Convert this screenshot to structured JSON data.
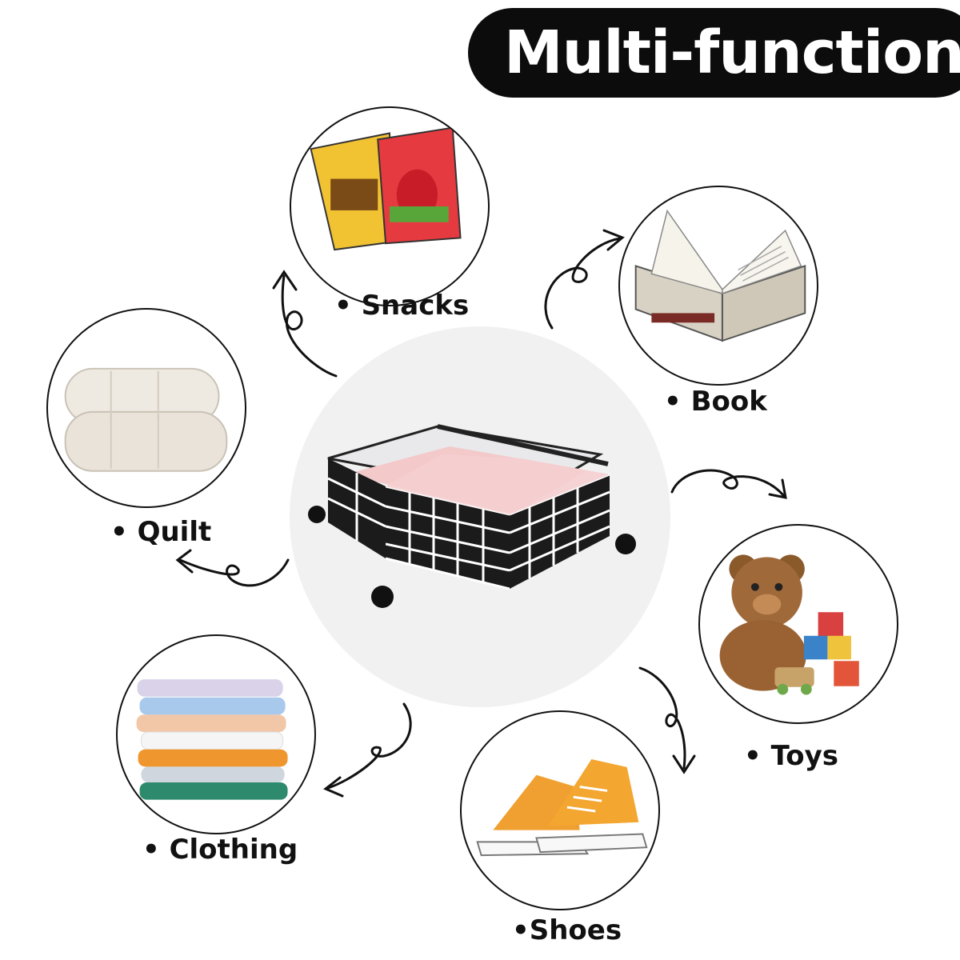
{
  "banner": {
    "title": "Multi-function"
  },
  "items": {
    "snacks": {
      "label": "• Snacks",
      "icon": "snack-bags-icon"
    },
    "book": {
      "label": "• Book",
      "icon": "open-book-icon"
    },
    "quilt": {
      "label": "• Quilt",
      "icon": "folded-quilt-icon"
    },
    "toys": {
      "label": "• Toys",
      "icon": "teddy-bear-icon"
    },
    "clothing": {
      "label": "• Clothing",
      "icon": "clothes-stack-icon"
    },
    "shoes": {
      "label": "•Shoes",
      "icon": "sneakers-icon"
    }
  },
  "product": {
    "icon": "underbed-storage-cart-icon"
  },
  "colors": {
    "banner_bg": "#0c0c0c",
    "banner_text": "#ffffff",
    "center_disc": "#f1f1f1",
    "circle_border": "#111111"
  }
}
